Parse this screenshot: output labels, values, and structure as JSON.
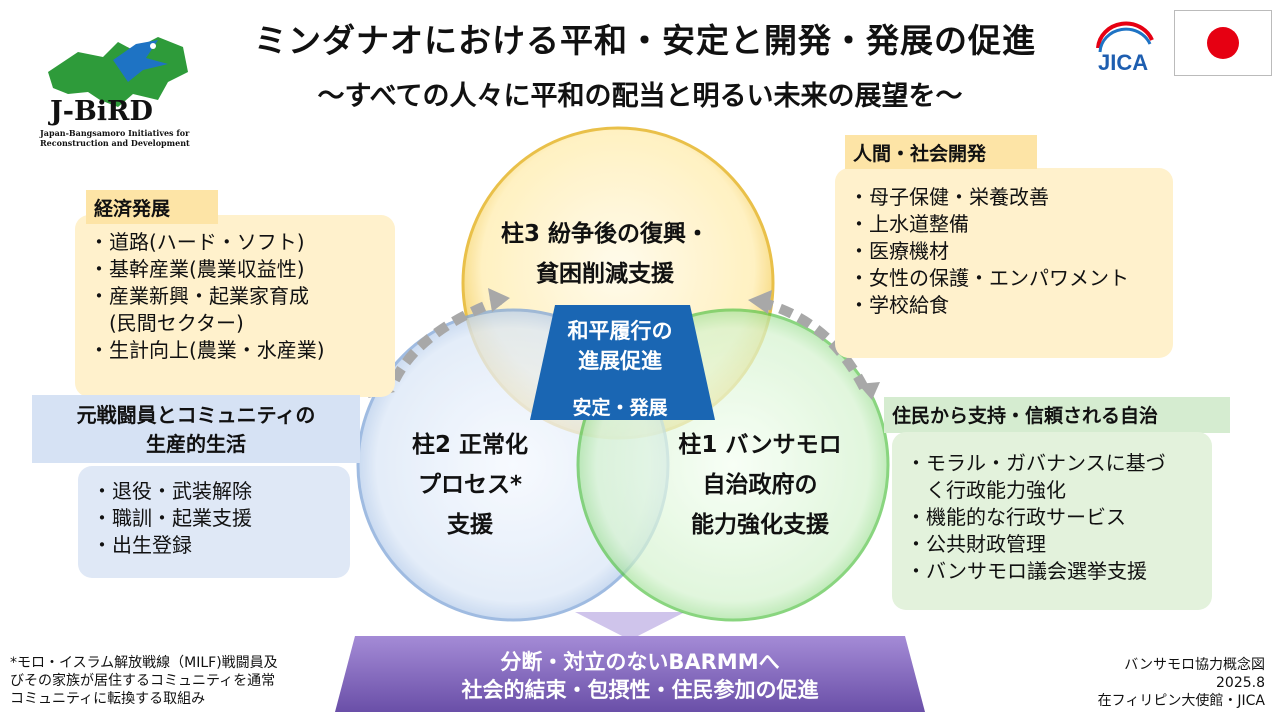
{
  "header": {
    "title": "ミンダナオにおける平和・安定と開発・発展の促進",
    "subtitle": "～すべての人々に平和の配当と明るい未来の展望を～"
  },
  "logos": {
    "jbird_name": "J-BiRD",
    "jbird_subtitle": "Japan-Bangsamoro Initiatives for Reconstruction and Development",
    "jica": "JICA"
  },
  "sectors": {
    "economic": {
      "title": "経済発展",
      "items": [
        "・道路(ハード・ソフト)",
        "・基幹産業(農業収益性)",
        "・産業新興・起業家育成",
        "　(民間セクター)",
        "・生計向上(農業・水産業)"
      ]
    },
    "human": {
      "title": "人間・社会開発",
      "items": [
        "・母子保健・栄養改善",
        "・上水道整備",
        "・医療機材",
        "・女性の保護・エンパワメント",
        "・学校給食"
      ]
    },
    "combatants": {
      "title_lines": [
        "元戦闘員とコミュニティの",
        "生産的生活"
      ],
      "items": [
        "・退役・武装解除",
        "・職訓・起業支援",
        "・出生登録"
      ]
    },
    "governance": {
      "title": "住民から支持・信頼される自治",
      "items": [
        "・モラル・ガバナンスに基づ",
        "　く行政能力強化",
        "・機能的な行政サービス",
        "・公共財政管理",
        "・バンサモロ議会選挙支援"
      ]
    }
  },
  "pillars": {
    "p3": [
      "柱3 紛争後の復興・",
      "貧困削減支援"
    ],
    "p2": [
      "柱2 正常化",
      "プロセス*",
      "支援"
    ],
    "p1": [
      "柱1 バンサモロ",
      "自治政府の",
      "能力強化支援"
    ]
  },
  "center": {
    "lines": [
      "和平履行の",
      "進展促進"
    ],
    "sub": "安定・発展"
  },
  "bottom": [
    "分断・対立のないBARMMへ",
    "社会的結束・包摂性・住民参加の促進"
  ],
  "footnote": [
    "*モロ・イスラム解放戦線（MILF)戦闘員及",
    "びその家族が居住するコミュニティを通常",
    "コミュニティに転換する取組み"
  ],
  "credit": [
    "バンサモロ協力概念図",
    "2025.8",
    "在フィリピン大使館・JICA"
  ],
  "colors": {
    "circle_p3": "#f7d777",
    "circle_p2": "#a9c3e8",
    "circle_p1": "#8fdc86",
    "center": "#1a66b3",
    "bottom": "#7a5fb5",
    "flag_sun": "#e60012"
  }
}
